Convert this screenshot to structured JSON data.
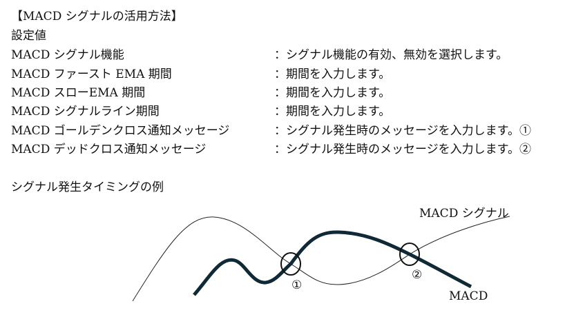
{
  "title": "【MACD シグナルの活用方法】",
  "section": "設定値",
  "settings": [
    {
      "name": "MACD シグナル機能",
      "desc": "：シグナル機能の有効、無効を選択します。"
    },
    {
      "name": "MACD ファースト EMA 期間",
      "desc": "：期間を入力します。"
    },
    {
      "name": "MACD スローEMA 期間",
      "desc": "：期間を入力します。"
    },
    {
      "name": "MACD シグナルライン期間",
      "desc": "：期間を入力します。"
    },
    {
      "name": "MACD ゴールデンクロス通知メッセージ",
      "desc": "：シグナル発生時のメッセージを入力します。①"
    },
    {
      "name": "MACD デッドクロス通知メッセージ",
      "desc": "：シグナル発生時のメッセージを入力します。②"
    }
  ],
  "example_heading": "シグナル発生タイミングの例",
  "diagram": {
    "signal_label": "MACD シグナル",
    "macd_label": "MACD",
    "cross1": "①",
    "cross2": "②"
  }
}
